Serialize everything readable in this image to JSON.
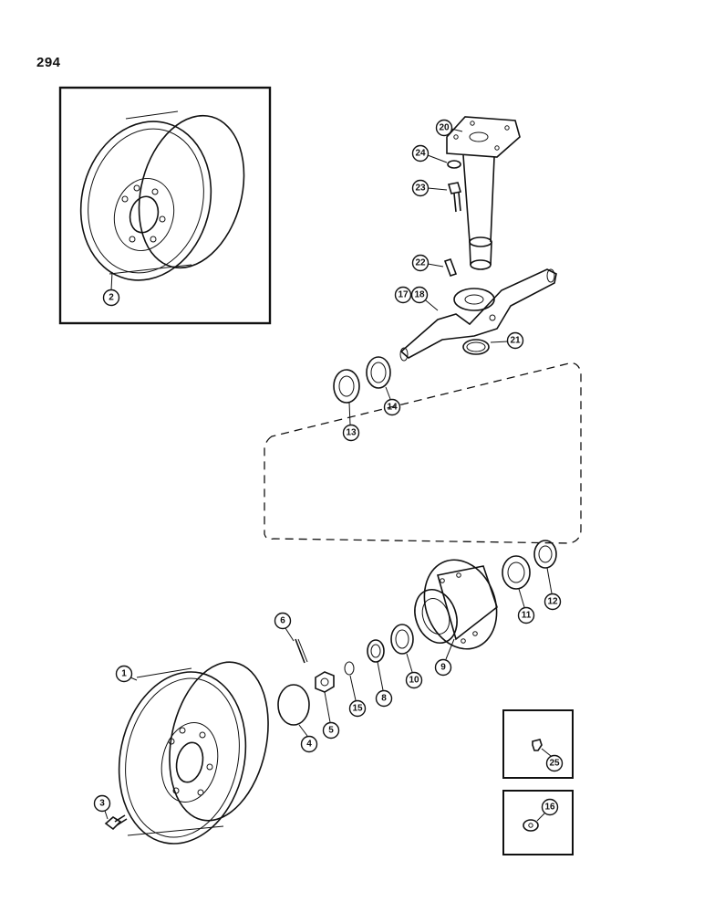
{
  "page": {
    "number": "294"
  },
  "callouts": {
    "c1": "1",
    "c2": "2",
    "c3": "3",
    "c4": "4",
    "c5": "5",
    "c6": "6",
    "c8": "8",
    "c9": "9",
    "c10": "10",
    "c11": "11",
    "c12": "12",
    "c13": "13",
    "c14": "14",
    "c15": "15",
    "c16": "16",
    "c17": "17",
    "c18": "18",
    "c20": "20",
    "c21": "21",
    "c22": "22",
    "c23": "23",
    "c24": "24",
    "c25": "25"
  }
}
